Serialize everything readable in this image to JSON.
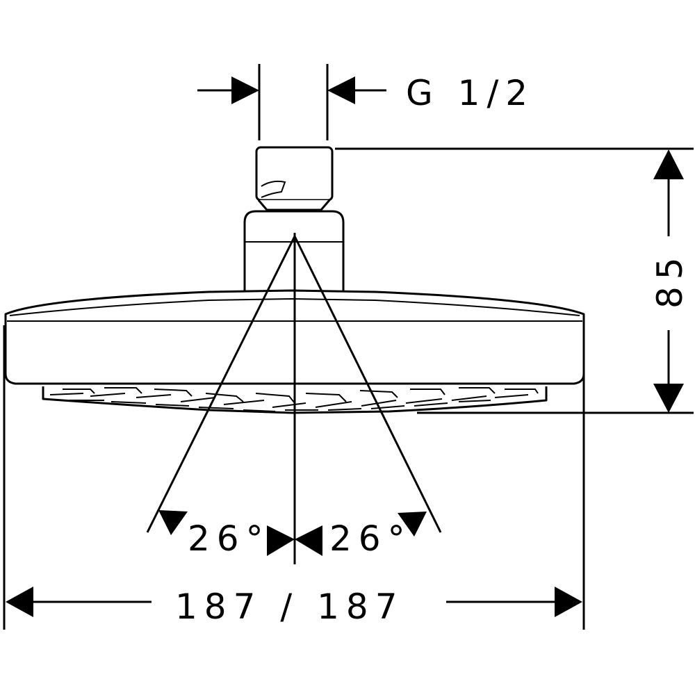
{
  "drawing": {
    "thread_label": "G 1/2",
    "height_label": "85",
    "angle_left_label": "26°",
    "angle_right_label": "26°",
    "width_label": "187 / 187",
    "stroke_color": "#000000",
    "background_color": "#ffffff"
  }
}
